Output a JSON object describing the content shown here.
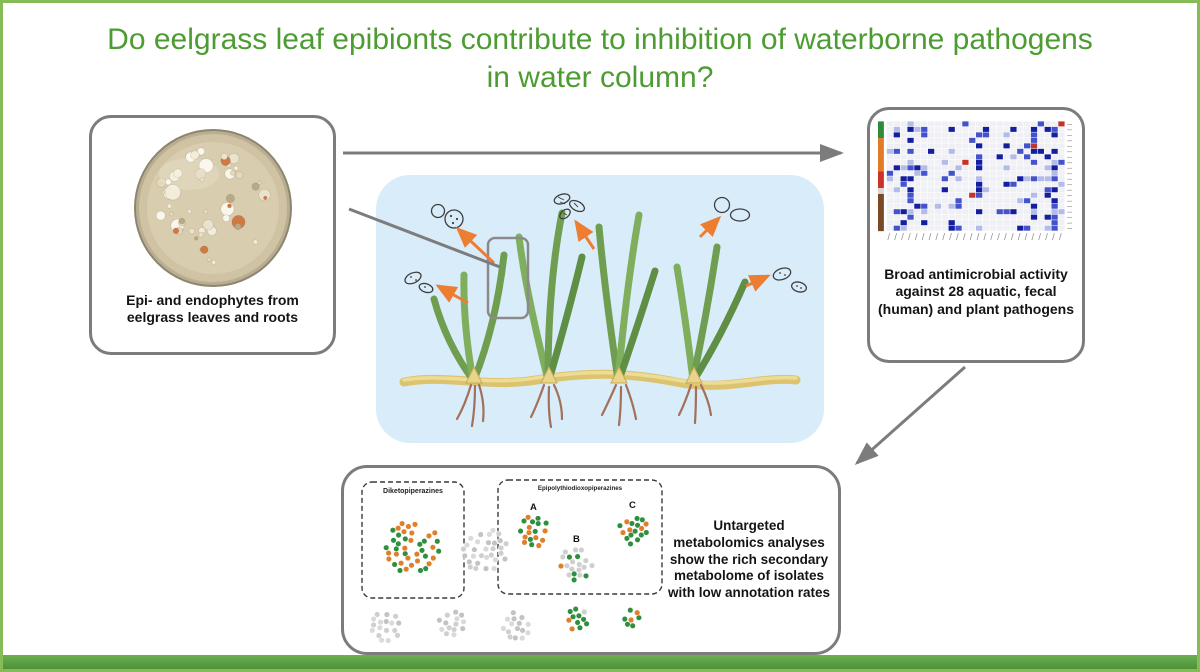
{
  "title": {
    "line1": "Do eelgrass leaf epibionts contribute to inhibition of waterborne pathogens",
    "line2": "in water column?"
  },
  "left_box": {
    "caption": "Epi- and endophytes from eelgrass leaves and roots"
  },
  "right_box": {
    "caption": "Broad antimicrobial activity against 28 aquatic, fecal (human) and plant pathogens"
  },
  "bottom_box": {
    "caption": "Untargeted metabolomics analyses show the rich secondary metabolome of isolates with low annotation rates",
    "network_labels": {
      "left_group": "Diketopiperazines",
      "right_group": "Epipolythiodioxopiperazines",
      "clusters": [
        "A",
        "B",
        "C"
      ]
    }
  },
  "colors": {
    "title_green": "#4d9c31",
    "frame_green": "#86bb55",
    "footer_green": "#4c9038",
    "panel_blue": "#d9ecfa",
    "arrow_gray": "#7c7c7c",
    "arrow_orange": "#ed7d31",
    "node_orange": "#df7e2b",
    "node_green": "#2f8f3f",
    "node_gray": "#cfcfcf",
    "heatmap_dark_blue": "#141fa0",
    "heatmap_red": "#c23328",
    "rowgroup_colors": [
      "#2e8b3a",
      "#e07b28",
      "#cc3328",
      "#7a4a26"
    ]
  }
}
